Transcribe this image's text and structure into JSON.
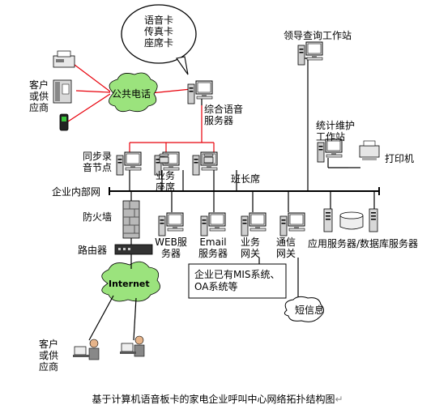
{
  "bubble": {
    "line1": "语音卡",
    "line2": "传真卡",
    "line3": "座席卡"
  },
  "labels": {
    "leader_station_1": "领导查询工作站",
    "customer_top_1": "客户",
    "customer_top_2": "或供",
    "customer_top_3": "应商",
    "pstn": "公共电话",
    "voice_server_1": "综合语音",
    "voice_server_2": "服务器",
    "stats_1": "统计维护",
    "stats_2": "工作站",
    "printer": "打印机",
    "recorder_1": "同步录",
    "recorder_2": "音节点",
    "agent_1": "业务",
    "agent_2": "座席",
    "supervisor": "班长席",
    "intranet": "企业内部网",
    "firewall": "防火墙",
    "router": "路由器",
    "web_1": "WEB服",
    "web_2": "务器",
    "email_1": "Email",
    "email_2": "服务器",
    "gw_1": "业务",
    "gw_2": "网关",
    "comm_1": "通信",
    "comm_2": "网关",
    "appdb": "应用服务器/数据库服务器",
    "mis_1": "企业已有MIS系统、",
    "mis_2": "OA系统等",
    "sms": "短信息",
    "internet": "Internet",
    "customer_bottom_1": "客户",
    "customer_bottom_2": "或供",
    "customer_bottom_3": "应商"
  },
  "caption": "基于计算机语音板卡的家电企业呼叫中心网络拓扑结构图",
  "caption_mark": "↵",
  "colors": {
    "phone_line": "#e8000b",
    "cloud_green": "#9be37d",
    "line": "#000000"
  }
}
